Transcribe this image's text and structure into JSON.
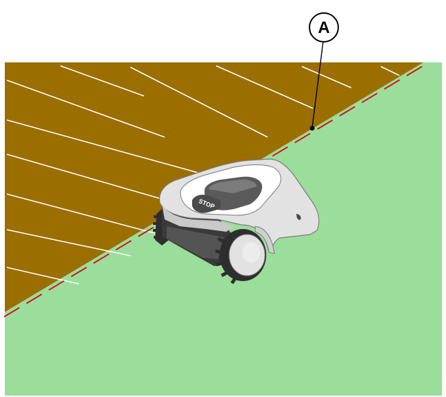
{
  "callout": {
    "label": "A"
  },
  "mower": {
    "stop_label": "STOP"
  },
  "colors": {
    "deck": "#9b6e00",
    "deck_lines": "#ffffff",
    "lawn": "#9bdd9b",
    "boundary": "#d5121f",
    "mower_body": "#e2e2e2",
    "mower_dark": "#3a3a3a"
  },
  "icons": {
    "callout": "circle-letter-callout",
    "mower": "robotic-lawnmower-illustration"
  }
}
